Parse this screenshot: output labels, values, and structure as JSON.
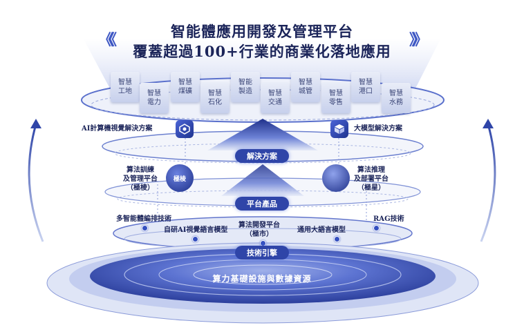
{
  "header": {
    "title_line1": "智能體應用開發及管理平台",
    "title_line2": "覆蓋超過100+行業的商業化落地應用",
    "chevron_left": "《《",
    "chevron_right": "》》"
  },
  "industries": [
    {
      "l1": "智慧",
      "l2": "工地"
    },
    {
      "l1": "智慧",
      "l2": "電力"
    },
    {
      "l1": "智慧",
      "l2": "煤礦"
    },
    {
      "l1": "智慧",
      "l2": "石化"
    },
    {
      "l1": "智能",
      "l2": "製造"
    },
    {
      "l1": "智慧",
      "l2": "交通"
    },
    {
      "l1": "智慧",
      "l2": "城管"
    },
    {
      "l1": "智慧",
      "l2": "零售"
    },
    {
      "l1": "智慧",
      "l2": "港口"
    },
    {
      "l1": "智慧",
      "l2": "水務"
    }
  ],
  "solutions": {
    "left": "AI計算機視覺解決方案",
    "right": "大模型解決方案",
    "band": "解決方案"
  },
  "platform": {
    "left_l1": "算法訓練",
    "left_l2": "及管理平台",
    "left_l3": "（極棱）",
    "left_logo": "極棱",
    "right_l1": "算法推理",
    "right_l2": "及部署平台",
    "right_l3": "（極星）",
    "band": "平台產品"
  },
  "tech": {
    "t1": "多智能體編排技術",
    "t2": "自研AI視覺語言模型",
    "t3_l1": "算法開發平台",
    "t3_l2": "（極市）",
    "t4": "通用大語言模型",
    "t5": "RAG技術",
    "band": "技術引擎"
  },
  "base": {
    "label": "算力基礎設施與數據資源"
  },
  "colors": {
    "primary": "#2f45a8",
    "dark_text": "#1b2459",
    "ring": "#5a70cc"
  }
}
